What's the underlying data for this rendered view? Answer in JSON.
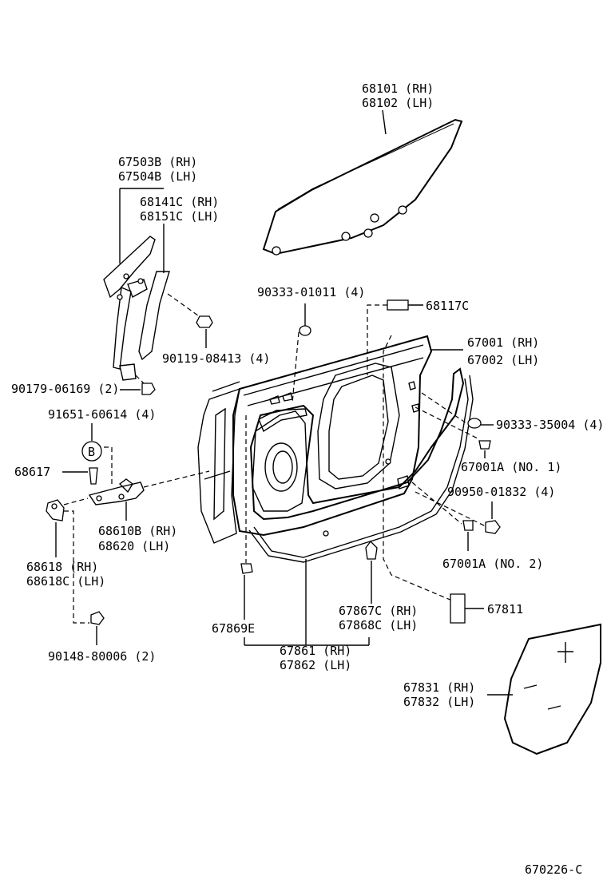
{
  "diagram": {
    "labels": {
      "glass_rh": "68101 (RH)",
      "glass_lh": "68102 (LH)",
      "frame_rh": "67503B (RH)",
      "frame_lh": "67504B (LH)",
      "channel_rh": "68141C (RH)",
      "channel_lh": "68151C (LH)",
      "clip_90333_01011": "90333-01011 (4)",
      "part_68117c": "68117C",
      "panel_rh": "67001 (RH)",
      "panel_lh": "67002 (LH)",
      "bolt_90119": "90119-08413 (4)",
      "screw_90179": "90179-06169 (2)",
      "clip_90333_35004": "90333-35004 (4)",
      "part_91651": "91651-60614 (4)",
      "callout_b": "B",
      "part_67001a_no1": "67001A (NO. 1)",
      "part_68617": "68617",
      "part_90950": "90950-01832 (4)",
      "hinge_rh": "68610B (RH)",
      "hinge_lh": "68620  (LH)",
      "check_rh": "68618  (RH)",
      "check_lh": "68618C (LH)",
      "part_67001a_no2": "67001A (NO. 2)",
      "part_67811": "67811",
      "clip_rh": "67867C (RH)",
      "clip_lh": "67868C (LH)",
      "part_67869e": "67869E",
      "weather_rh": "67861 (RH)",
      "weather_lh": "67862 (LH)",
      "part_90148": "90148-80006 (2)",
      "sheet_rh": "67831 (RH)",
      "sheet_lh": "67832 (LH)",
      "figure_number": "670226-C"
    }
  }
}
